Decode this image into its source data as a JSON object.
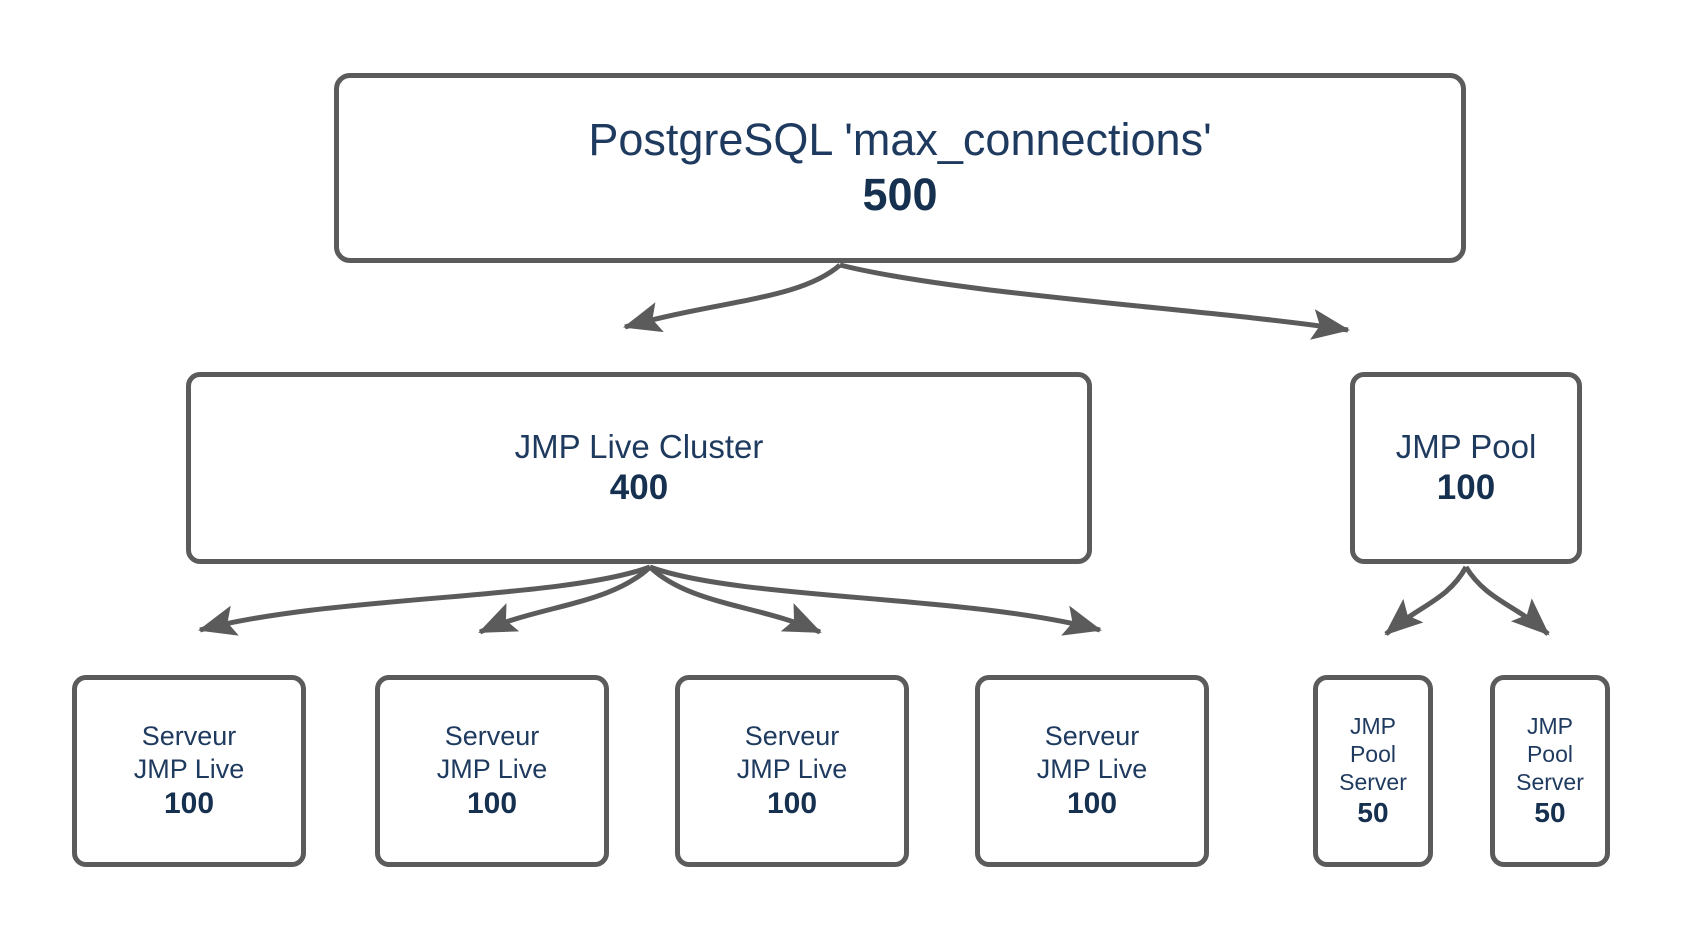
{
  "diagram": {
    "type": "hierarchy-tree",
    "title": "PostgreSQL max_connections allocation",
    "theme": {
      "background": "#ffffff",
      "node_border": "#5b5b5b",
      "node_fill": "#ffffff",
      "label_text": "#1f3a5f",
      "value_text": "#16304f",
      "edge_stroke": "#5b5b5b"
    },
    "nodes": {
      "root": {
        "label": "PostgreSQL 'max_connections'",
        "value": "500"
      },
      "live_cluster": {
        "label": "JMP Live Cluster",
        "value": "400"
      },
      "jmp_pool": {
        "label": "JMP Pool",
        "value": "100"
      },
      "live_servers": [
        {
          "label": "Serveur\nJMP Live",
          "value": "100"
        },
        {
          "label": "Serveur\nJMP Live",
          "value": "100"
        },
        {
          "label": "Serveur\nJMP Live",
          "value": "100"
        },
        {
          "label": "Serveur\nJMP Live",
          "value": "100"
        }
      ],
      "pool_servers": [
        {
          "label": "JMP\nPool\nServer",
          "value": "50"
        },
        {
          "label": "JMP\nPool\nServer",
          "value": "50"
        }
      ]
    },
    "edges": [
      {
        "from": "root",
        "to": "live_cluster"
      },
      {
        "from": "root",
        "to": "jmp_pool"
      },
      {
        "from": "live_cluster",
        "to": "live_server_1"
      },
      {
        "from": "live_cluster",
        "to": "live_server_2"
      },
      {
        "from": "live_cluster",
        "to": "live_server_3"
      },
      {
        "from": "live_cluster",
        "to": "live_server_4"
      },
      {
        "from": "jmp_pool",
        "to": "pool_server_1"
      },
      {
        "from": "jmp_pool",
        "to": "pool_server_2"
      }
    ]
  }
}
